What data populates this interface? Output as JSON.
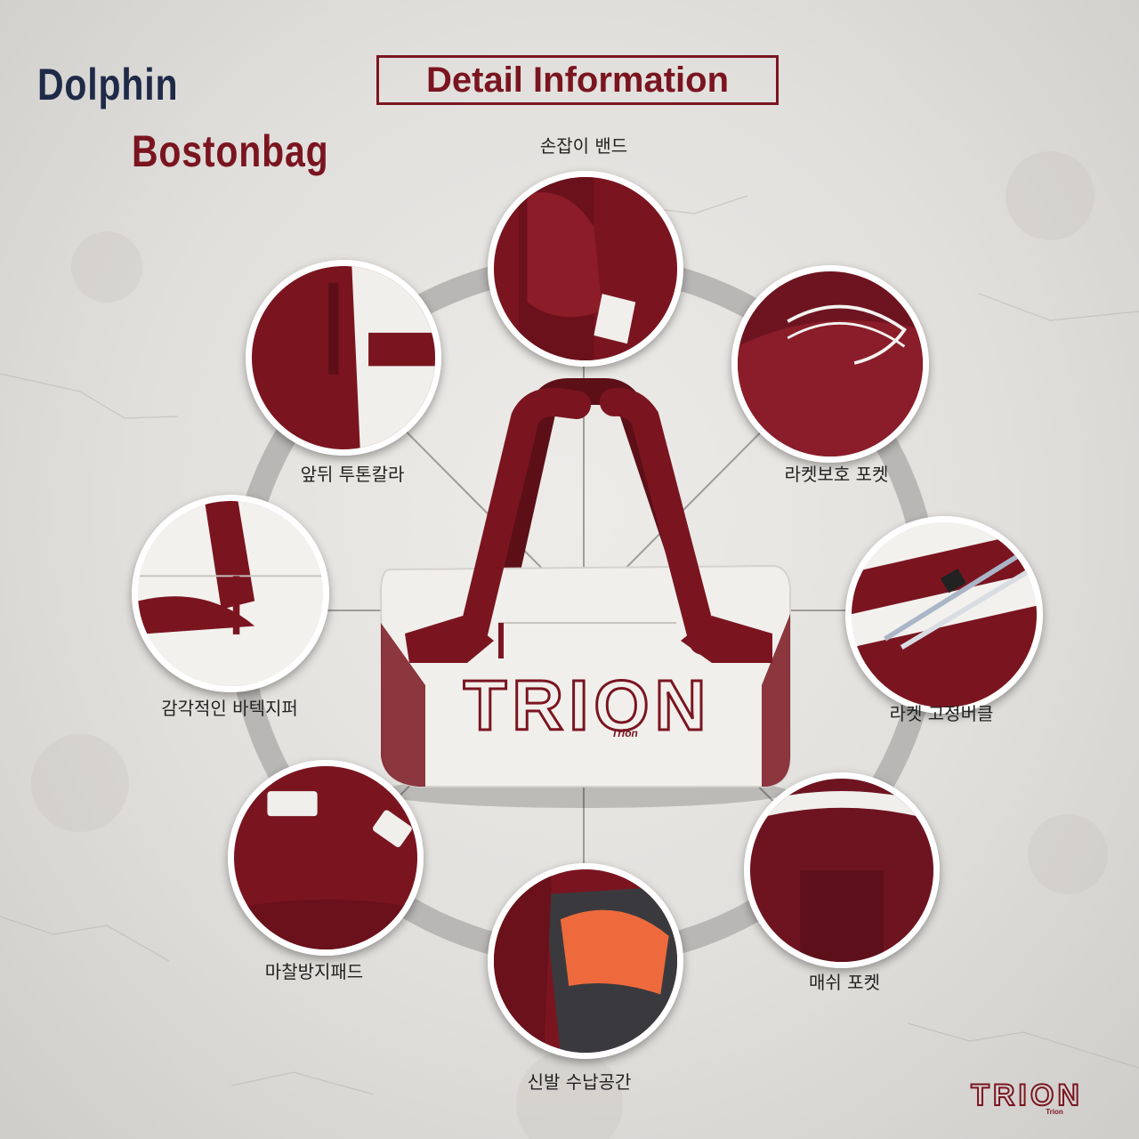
{
  "header": {
    "title_line1": "Dolphin",
    "title_line2": "Bostonbag",
    "detail_title": "Detail Information"
  },
  "features": [
    {
      "id": "handle-band",
      "label": "손잡이 밴드"
    },
    {
      "id": "racket-protect-pocket",
      "label": "라켓보호 포켓"
    },
    {
      "id": "racket-buckle",
      "label": "라켓 고정버클"
    },
    {
      "id": "mesh-pocket",
      "label": "매쉬 포켓"
    },
    {
      "id": "shoe-storage",
      "label": "신발 수납공간"
    },
    {
      "id": "friction-pad",
      "label": "마찰방지패드"
    },
    {
      "id": "bartack-zipper",
      "label": "감각적인 바텍지퍼"
    },
    {
      "id": "two-tone",
      "label": "앞뒤 투톤칼라"
    }
  ],
  "product": {
    "brand_large": "TRION",
    "brand_small": "Trion"
  },
  "footer_logo": {
    "text": "TRION",
    "sub": "Trion"
  },
  "colors": {
    "burgundy": "#7a1520",
    "navy": "#1f2a48",
    "bag_white": "#f1efec",
    "ring_gray": "#b9b7b5"
  }
}
